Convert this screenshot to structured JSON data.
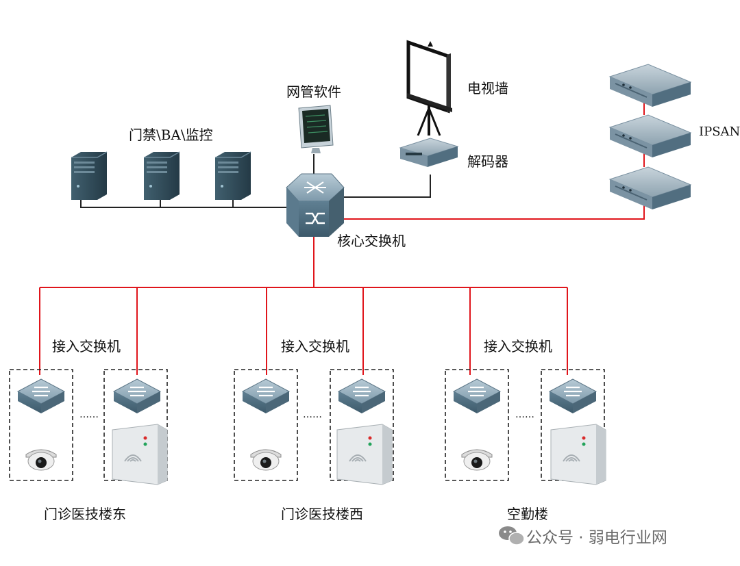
{
  "labels": {
    "management_software": "网管软件",
    "video_wall": "电视墙",
    "decoder": "解码器",
    "access_control": "门禁\\BA\\监控",
    "core_switch": "核心交换机",
    "ipsan": "IPSAN",
    "access_switch": "接入交换机",
    "dots": "……"
  },
  "buildings": [
    {
      "name": "门诊医技楼东"
    },
    {
      "name": "门诊医技楼西"
    },
    {
      "name": "空勤楼"
    }
  ],
  "watermark": "公众号 · 弱电行业网",
  "colors": {
    "red_link": "#e0151b",
    "black_link": "#222222",
    "device_blue": "#6f8fa3",
    "server_dark": "#2f4a5a"
  }
}
